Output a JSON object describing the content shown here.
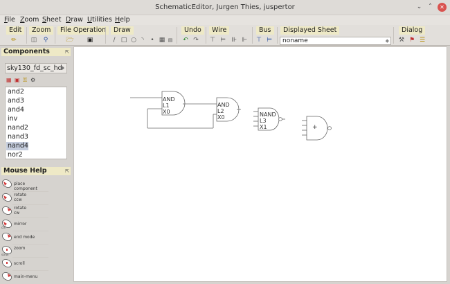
{
  "window": {
    "title": "SchematicEditor, Jurgen Thies, juspertor"
  },
  "menu": [
    {
      "label": "File",
      "u": "F",
      "rest": "ile"
    },
    {
      "label": "Zoom",
      "u": "Z",
      "rest": "oom"
    },
    {
      "label": "Sheet",
      "u": "S",
      "rest": "heet"
    },
    {
      "label": "Draw",
      "u": "D",
      "rest": "raw"
    },
    {
      "label": "Utilities",
      "u": "U",
      "rest": "tilities"
    },
    {
      "label": "Help",
      "u": "H",
      "rest": "elp"
    }
  ],
  "toolbar": {
    "groups": [
      "Edit",
      "Zoom",
      "File Operation",
      "Draw",
      "Undo",
      "Wire",
      "Bus",
      "Displayed Sheet",
      "Dialog"
    ],
    "sheet_value": "noname"
  },
  "components": {
    "header": "Components",
    "library": "sky130_fd_sc_hd",
    "items": [
      "and2",
      "and3",
      "and4",
      "inv",
      "nand2",
      "nand3",
      "nand4",
      "nor2"
    ],
    "selected": "nand4"
  },
  "mouse_help": {
    "header": "Mouse Help",
    "items": [
      {
        "label": "place component",
        "key": ""
      },
      {
        "label": "rotate\nccw",
        "key": ""
      },
      {
        "label": "rotate\ncw",
        "key": ""
      },
      {
        "label": "mirror",
        "key": "ctrl"
      },
      {
        "label": "end mode",
        "key": ""
      },
      {
        "label": "zoom",
        "key": "scroll"
      },
      {
        "label": "scroll",
        "key": ""
      },
      {
        "label": "main-menu",
        "key": ""
      }
    ]
  },
  "schematic": {
    "gates": [
      {
        "type": "AND",
        "name": "L1",
        "inst": "X0"
      },
      {
        "type": "AND",
        "name": "L2",
        "inst": "X0"
      },
      {
        "type": "NAND",
        "name": "L3",
        "inst": "X1"
      },
      {
        "type": "",
        "name": "+",
        "inst": ""
      }
    ]
  },
  "colors": {
    "panel_header": "#eee9c6",
    "canvas": "#ffffff",
    "selection": "#c4ccdc"
  }
}
